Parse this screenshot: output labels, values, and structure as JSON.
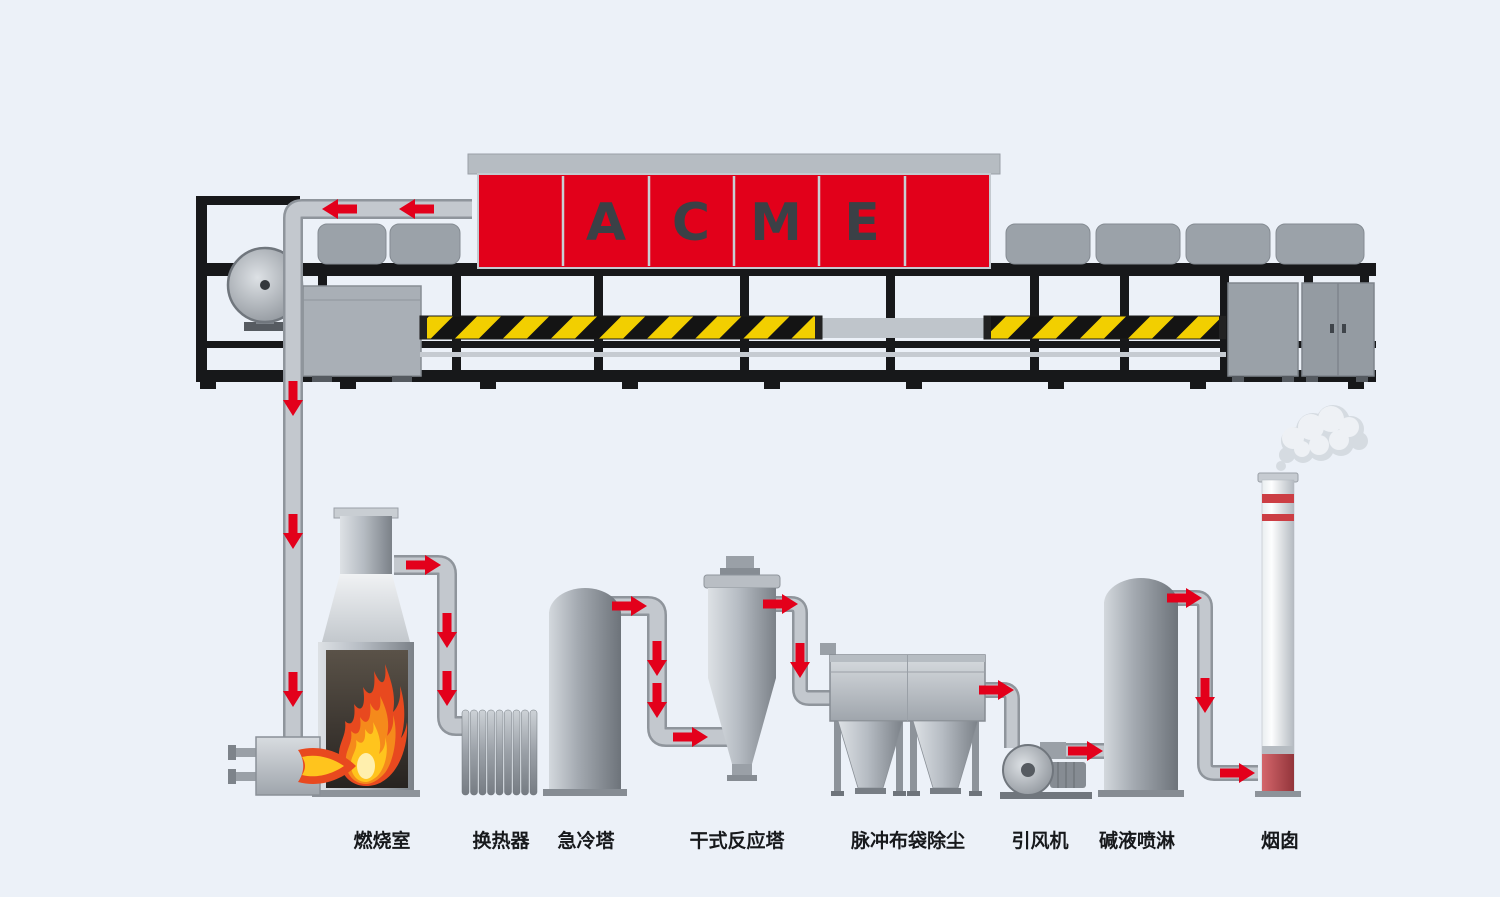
{
  "sign": {
    "name": "ACME",
    "letters": [
      "A",
      "C",
      "M",
      "E"
    ],
    "panel_color": "#e2001a",
    "letter_color": "#3b4046"
  },
  "equipment": [
    {
      "id": "combustion-chamber",
      "label": "燃烧室"
    },
    {
      "id": "heat-exchanger",
      "label": "换热器"
    },
    {
      "id": "quench-tower",
      "label": "急冷塔"
    },
    {
      "id": "dry-reaction-tower",
      "label": "干式反应塔"
    },
    {
      "id": "pulse-bag-dust-collector",
      "label": "脉冲布袋除尘"
    },
    {
      "id": "induced-draft-fan",
      "label": "引风机"
    },
    {
      "id": "alkali-spray",
      "label": "碱液喷淋"
    },
    {
      "id": "chimney",
      "label": "烟囱"
    }
  ],
  "colors": {
    "background": "#ecf1f8",
    "accent_red": "#e2001a",
    "flow_arrow_red": "#e3001b",
    "hazard_yellow": "#f2cf00",
    "frame_black": "#17181a",
    "steel_gray": "#b6bcc2",
    "flame_orange": "#f58a1b",
    "flame_yellow": "#ffc41d",
    "chimney_band_red": "#cc3e44"
  },
  "icons": {
    "flow_arrow": "red-block-arrow",
    "flame": "flame",
    "smoke": "smoke-cloud"
  }
}
